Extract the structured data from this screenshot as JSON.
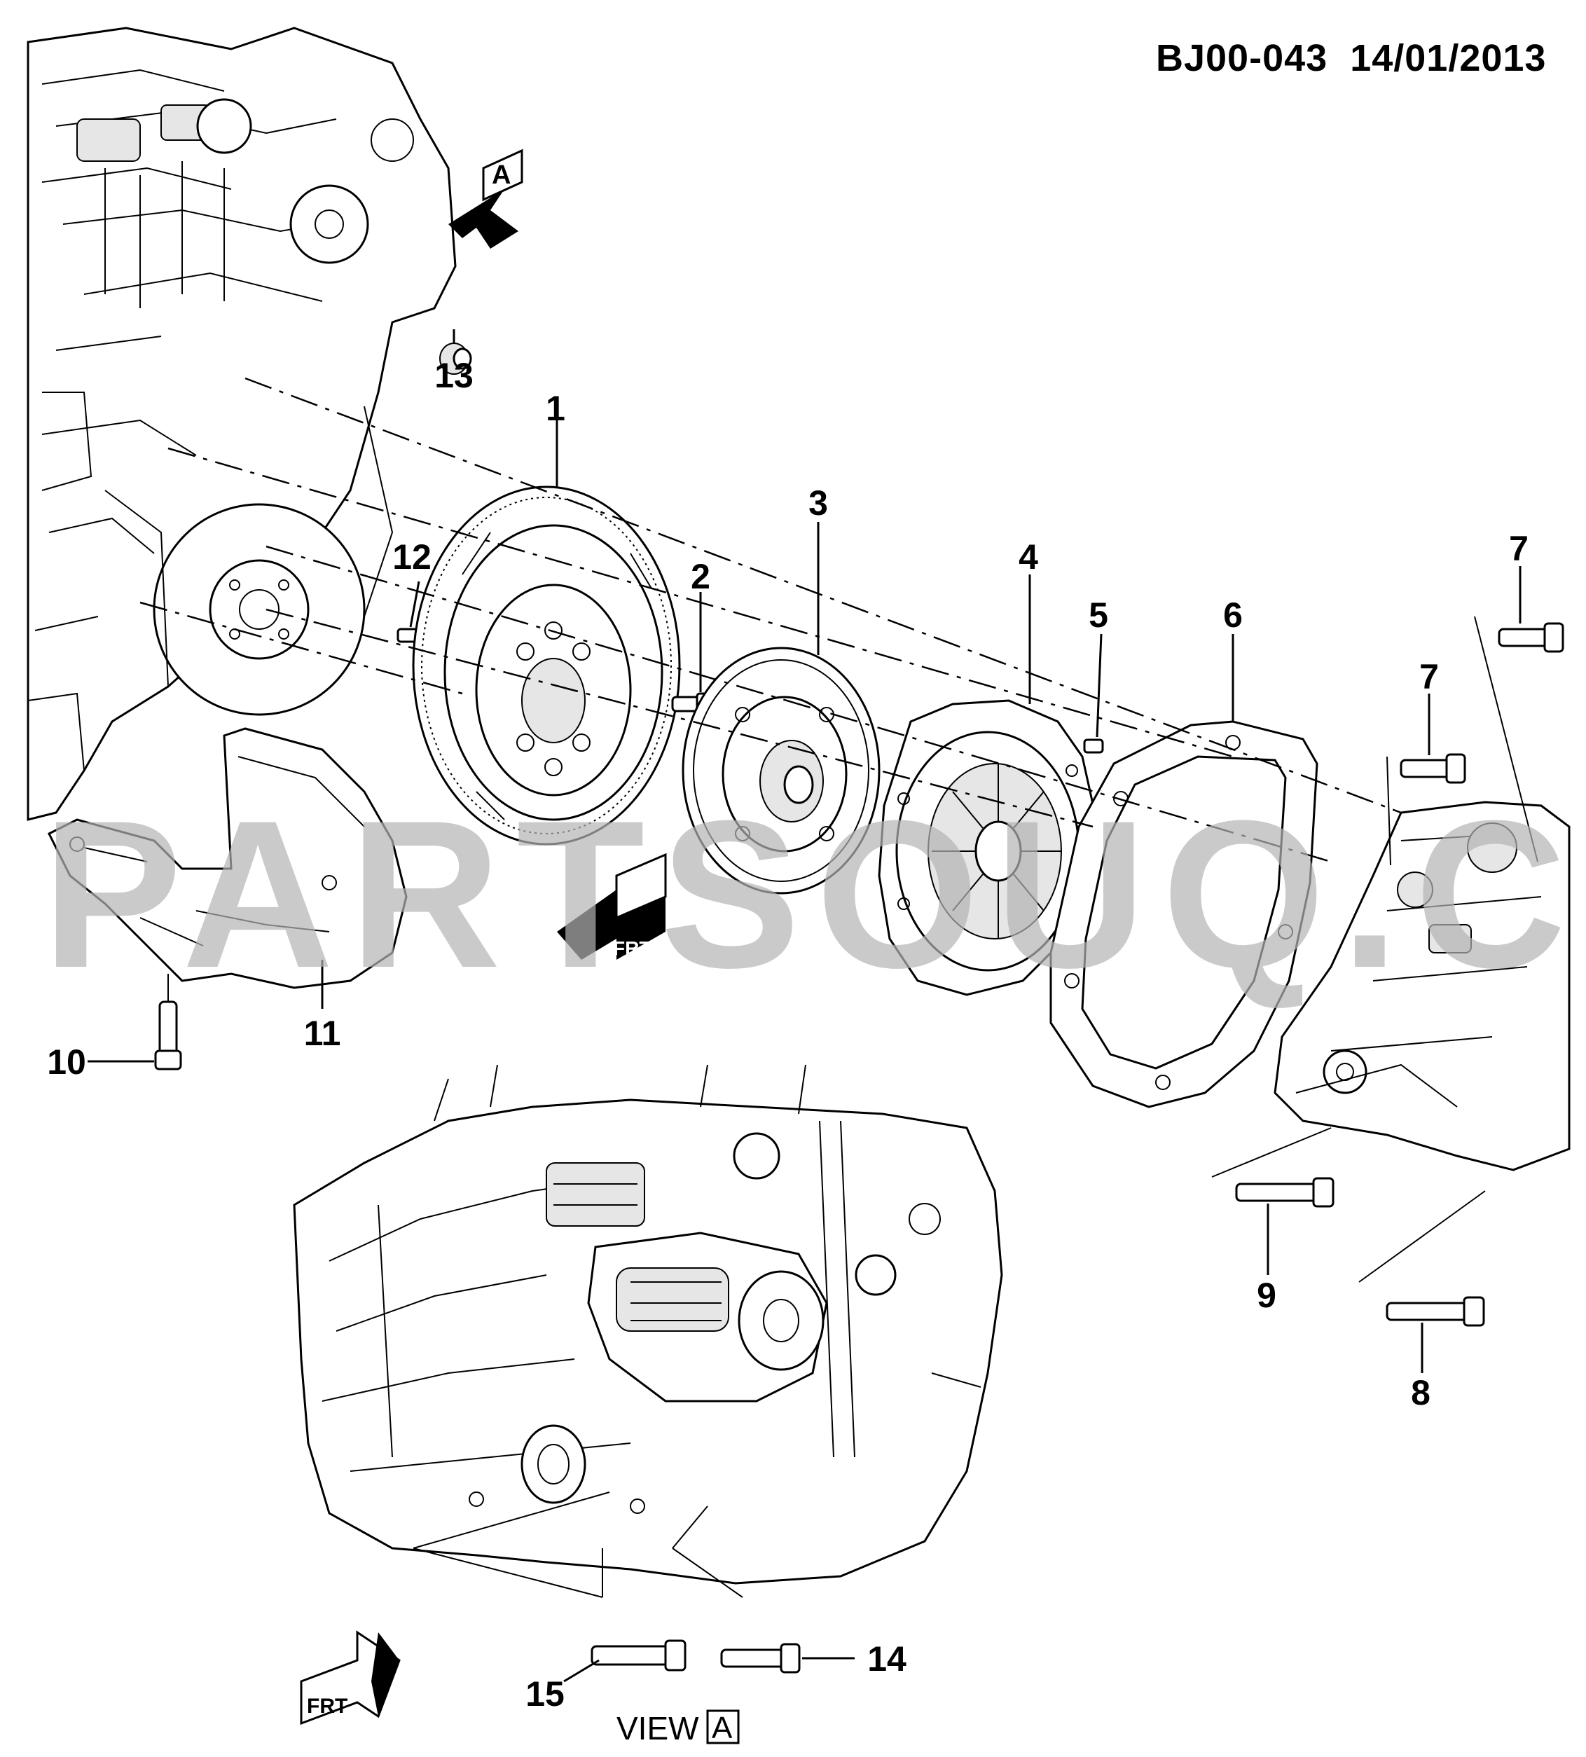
{
  "header": {
    "code": "BJ00-043",
    "date": "14/01/2013"
  },
  "watermark": "PARTSOUQ.COM",
  "view_label": {
    "prefix": "VIEW",
    "letter": "A"
  },
  "arrow_label": "A",
  "frt_label": "FRT",
  "callouts": [
    {
      "id": "c1",
      "text": "1"
    },
    {
      "id": "c2",
      "text": "2"
    },
    {
      "id": "c3",
      "text": "3"
    },
    {
      "id": "c4",
      "text": "4"
    },
    {
      "id": "c5",
      "text": "5"
    },
    {
      "id": "c6",
      "text": "6"
    },
    {
      "id": "c7a",
      "text": "7"
    },
    {
      "id": "c7b",
      "text": "7"
    },
    {
      "id": "c8",
      "text": "8"
    },
    {
      "id": "c9",
      "text": "9"
    },
    {
      "id": "c10",
      "text": "10"
    },
    {
      "id": "c11",
      "text": "11"
    },
    {
      "id": "c12",
      "text": "12"
    },
    {
      "id": "c13",
      "text": "13"
    },
    {
      "id": "c14",
      "text": "14"
    },
    {
      "id": "c15",
      "text": "15"
    }
  ]
}
